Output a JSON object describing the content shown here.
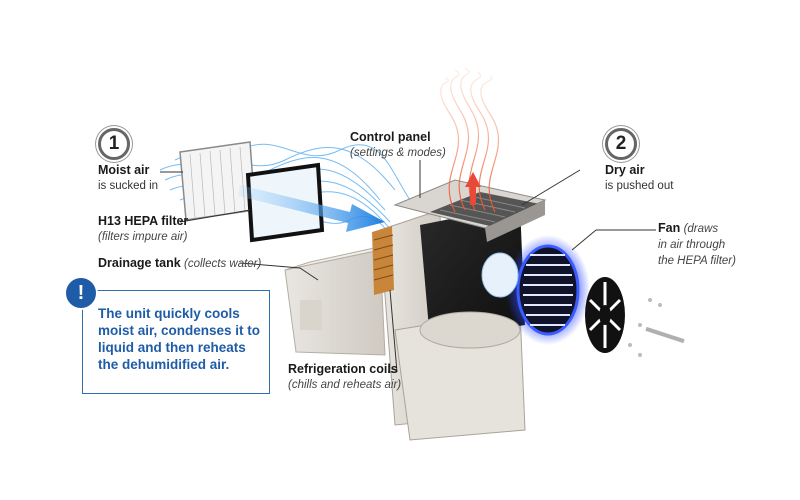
{
  "steps": {
    "one": "1",
    "two": "2"
  },
  "labels": {
    "moist_air": {
      "title": "Moist air",
      "sub": "is sucked in"
    },
    "hepa": {
      "title": "H13 HEPA filter",
      "sub": "(filters impure air)"
    },
    "drainage": {
      "title": "Drainage tank",
      "sub": "(collects water)"
    },
    "control": {
      "title": "Control panel",
      "sub": "(settings & modes)"
    },
    "dry_air": {
      "title": "Dry air",
      "sub": "is pushed out"
    },
    "fan": {
      "title": "Fan",
      "sub_line1": "(draws",
      "sub_line2": "in air through",
      "sub_line3": "the HEPA filter)"
    },
    "coils": {
      "title": "Refrigeration coils",
      "sub": "(chills and reheats air)"
    }
  },
  "info": {
    "icon": "!",
    "text": "The unit quickly cools moist air, condenses it to liquid and then reheats the dehumidified air."
  },
  "icons": [
    "info-exclamation-icon",
    "step-number-icon"
  ],
  "colors": {
    "accent_blue": "#1f5ca8",
    "moist_air_blue": "#3a9ee8",
    "hot_air_red": "#f0532a",
    "fan_glow": "#2a46ff"
  }
}
